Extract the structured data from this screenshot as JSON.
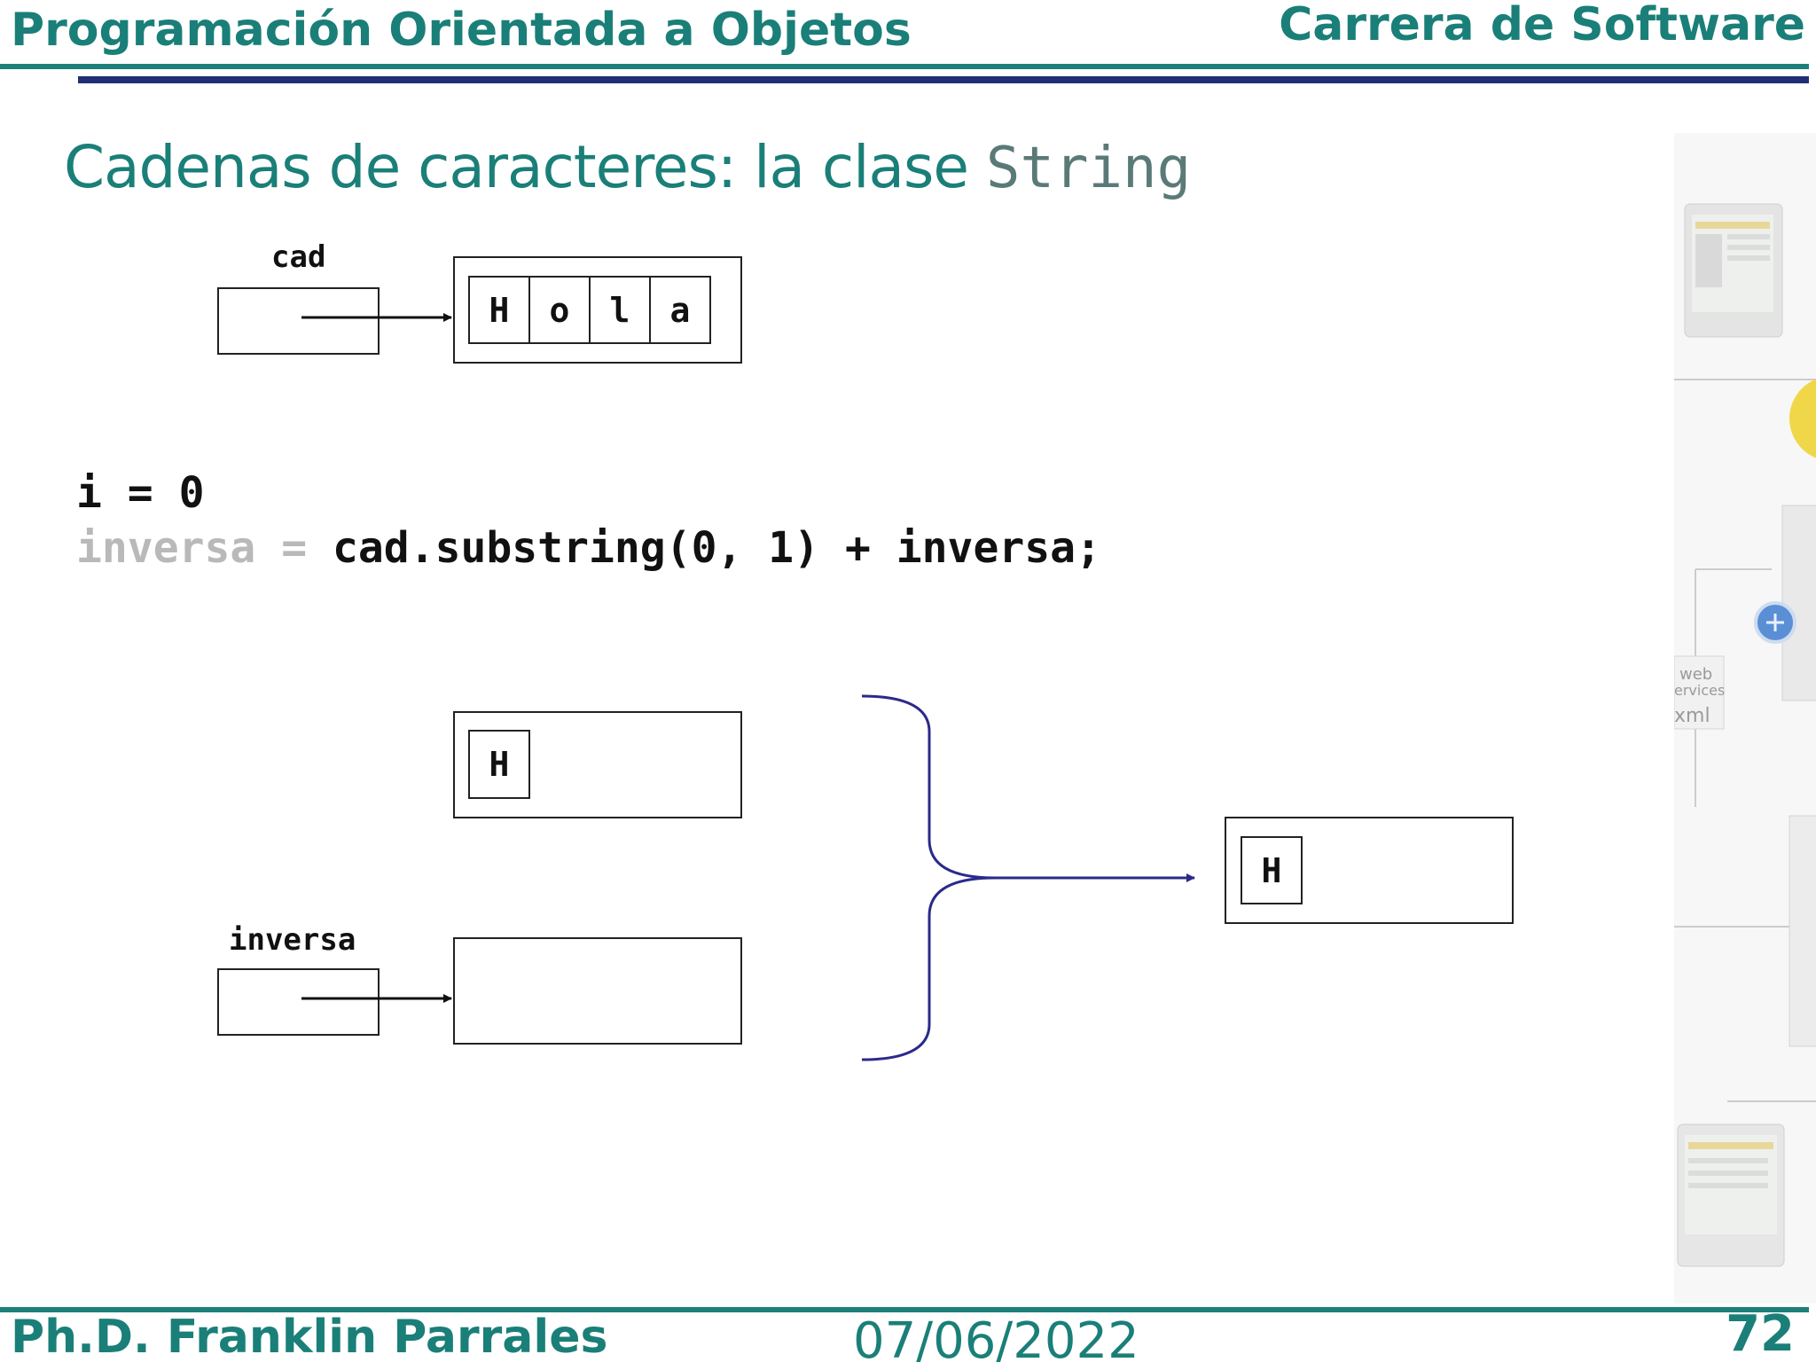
{
  "header": {
    "course_title": "Programación Orientada a Objetos",
    "program_title": "Carrera de Software"
  },
  "slide": {
    "title_text": "Cadenas de caracteres: la clase ",
    "title_class": "String"
  },
  "diagram_top": {
    "var_label": "cad",
    "chars": [
      "H",
      "o",
      "l",
      "a"
    ]
  },
  "code": {
    "line1": "i = 0",
    "line2_faded": "inversa = ",
    "line2_main": "cad.substring(0, 1) + inversa;"
  },
  "diagram_bottom": {
    "substring_char": "H",
    "var_label": "inversa",
    "result_char": "H"
  },
  "decoration": {
    "sidebar_text_1": "web",
    "sidebar_text_2": "ervices",
    "sidebar_text_3": "xml"
  },
  "footer": {
    "author": "Ph.D. Franklin Parrales",
    "date": "07/06/2022",
    "page": "72"
  },
  "colors": {
    "teal": "#1a7f78",
    "navy": "#1f2f72",
    "bracket": "#2b2a8a"
  }
}
